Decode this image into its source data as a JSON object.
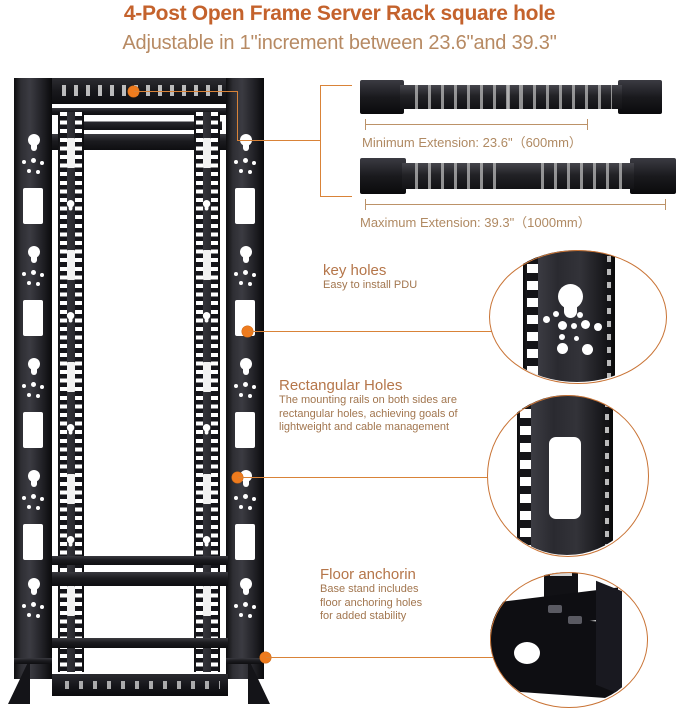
{
  "header": {
    "title": "4-Post Open Frame Server Rack square hole",
    "subtitle": "Adjustable in 1\"increment between 23.6\"and 39.3\"",
    "title_color": "#C4622C",
    "subtitle_color": "#B78A63"
  },
  "accent": {
    "leader_orange": "#D98338",
    "dot_orange": "#EE7B1E",
    "ring_orange": "#C97436",
    "dimension_tan": "#BC9268"
  },
  "extension_specs": [
    {
      "id": "minimum-extension",
      "label": "Minimum Extension: 23.6\"（600mm）",
      "inches": 23.6,
      "millimeters": 600
    },
    {
      "id": "maximum-extension",
      "label": "Maximum Extension: 39.3\"（1000mm）",
      "inches": 39.3,
      "millimeters": 1000
    }
  ],
  "callouts": [
    {
      "id": "key-holes",
      "title": "key holes",
      "body_lines": [
        "Easy to install PDU"
      ]
    },
    {
      "id": "rectangular-holes",
      "title": "Rectangular Holes",
      "body_lines": [
        "The mounting rails on both sides are",
        "rectangular holes, achieving goals of",
        "lightweight and cable management"
      ]
    },
    {
      "id": "floor-anchoring",
      "title": "Floor anchorin",
      "body_lines": [
        "Base stand includes",
        "floor anchoring holes",
        "for added stability"
      ]
    }
  ],
  "product": {
    "name": "4-Post Open Frame Server Rack",
    "rack_image_alt": "Front view of black 4-post open frame server rack"
  }
}
